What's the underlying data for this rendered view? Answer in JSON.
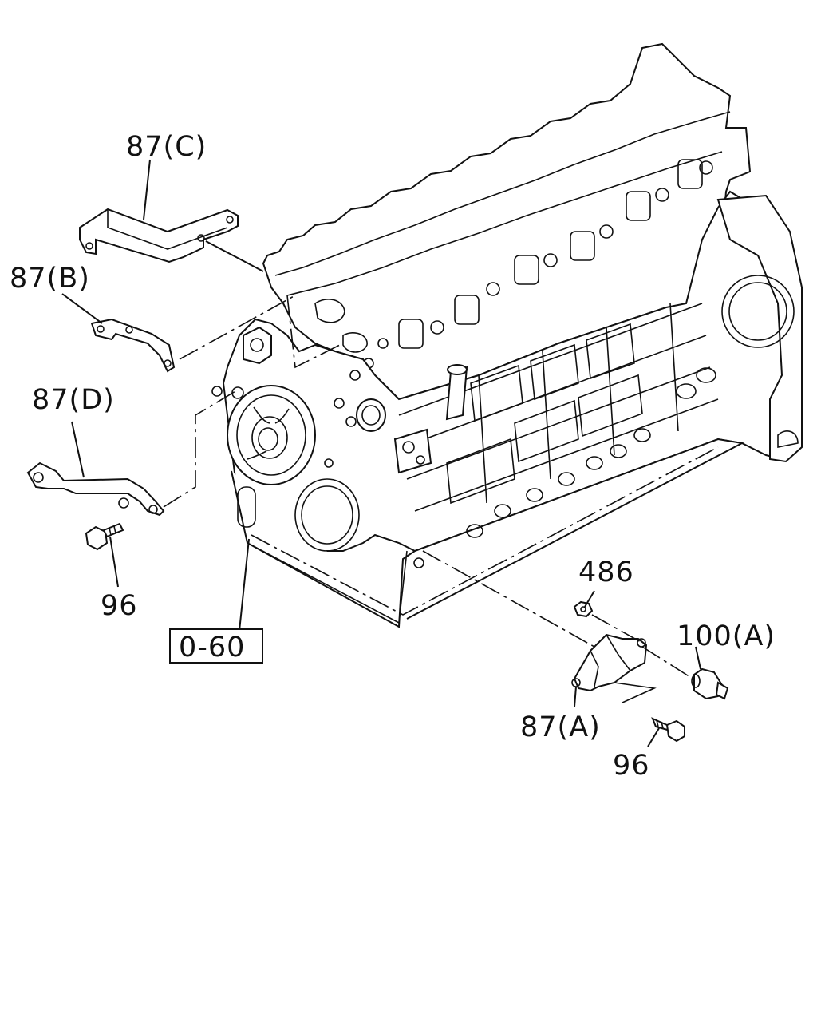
{
  "callouts": {
    "c87c": "87(C)",
    "c87b": "87(B)",
    "c87d": "87(D)",
    "c96_left": "96",
    "c060": "0-60",
    "c486": "486",
    "c100a": "100(A)",
    "c87a": "87(A)",
    "c96_right": "96"
  },
  "colors": {
    "line": "#111111",
    "background": "#ffffff"
  }
}
